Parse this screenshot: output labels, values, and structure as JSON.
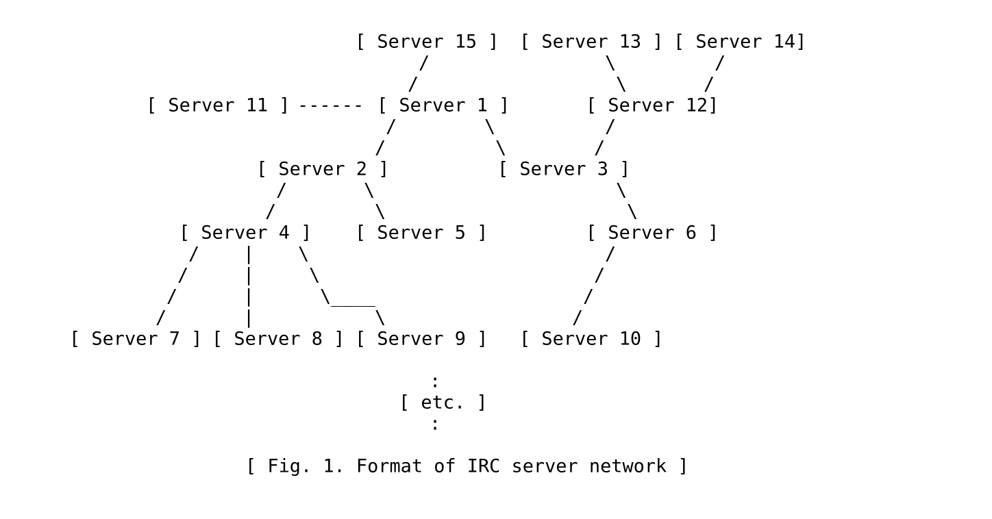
{
  "nodes": {
    "server15": "[ Server 15 ]",
    "server13": "[ Server 13 ]",
    "server14": "[ Server 14]",
    "server11": "[ Server 11 ]",
    "server1": "[ Server 1 ]",
    "server12": "[ Server 12]",
    "server2": "[ Server 2 ]",
    "server3": "[ Server 3 ]",
    "server4": "[ Server 4 ]",
    "server5": "[ Server 5 ]",
    "server6": "[ Server 6 ]",
    "server7": "[ Server 7 ]",
    "server8": "[ Server 8 ]",
    "server9": "[ Server 9 ]",
    "server10": "[ Server 10 ]",
    "etc": "[ etc. ]"
  },
  "connectors": {
    "dashes": "------",
    "slash": "/",
    "backslash": "\\",
    "pipe": "|",
    "elbow": "\\____",
    "colon": ":"
  },
  "caption": "[ Fig. 1. Format of IRC server network ]",
  "colors": {
    "text": "#000000",
    "background": "#ffffff"
  }
}
